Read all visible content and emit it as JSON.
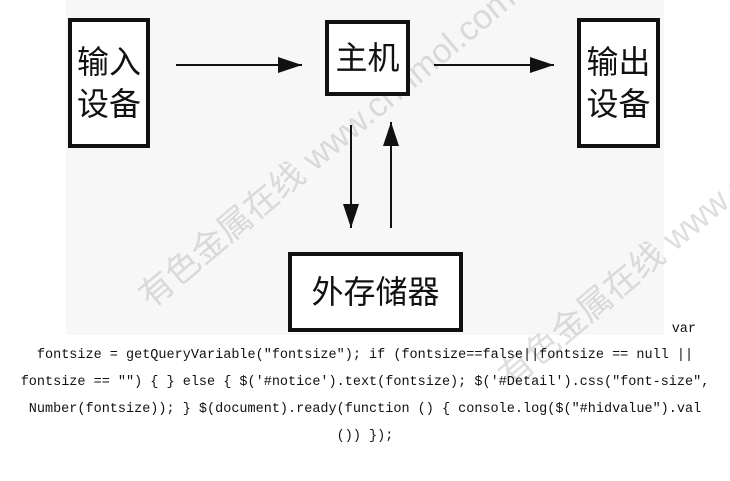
{
  "diagram": {
    "nodes": {
      "input": "输入设备",
      "host": "主机",
      "output": "输出设备",
      "storage": "外存储器"
    },
    "edges": [
      {
        "from": "input",
        "to": "host"
      },
      {
        "from": "host",
        "to": "output"
      },
      {
        "from": "host",
        "to": "storage"
      },
      {
        "from": "storage",
        "to": "host"
      }
    ],
    "watermark": "有色金属在线 www.cnnmol.com"
  },
  "code": {
    "line0": "var",
    "line1": "fontsize = getQueryVariable(\"fontsize\"); if (fontsize==false||fontsize == null ||",
    "line2": "fontsize == \"\") { } else { $('#notice').text(fontsize); $('#Detail').css(\"font-size\",",
    "line3": "Number(fontsize)); } $(document).ready(function () { console.log($(\"#hidvalue\").val",
    "line4": "()) });"
  }
}
